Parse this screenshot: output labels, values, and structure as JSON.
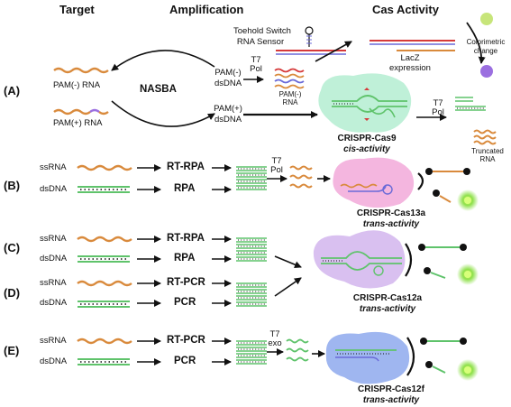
{
  "headers": {
    "target": "Target",
    "amplification": "Amplification",
    "cas_activity": "Cas Activity"
  },
  "panels": {
    "A": {
      "label": "(A)",
      "toehold": [
        "Toehold Switch",
        "RNA Sensor"
      ],
      "lacz": [
        "LacZ",
        "expression"
      ],
      "color_change": [
        "Colorimetric",
        "change"
      ],
      "pam_minus_rna": "PAM(-) RNA",
      "pam_plus_rna": "PAM(+) RNA",
      "nasba": "NASBA",
      "pam_minus_dsdna": [
        "PAM(-)",
        "dsDNA"
      ],
      "pam_plus_dsdna": [
        "PAM(+)",
        "dsDNA"
      ],
      "t7pol": [
        "T7",
        "Pol"
      ],
      "pam_minus_rna_small": [
        "PAM(-)",
        "RNA"
      ],
      "cas_name": "CRISPR-Cas9",
      "cas_activity": "cis-activity",
      "t7pol2": [
        "T7",
        "Pol"
      ],
      "truncated": [
        "Truncated",
        "RNA"
      ]
    },
    "B": {
      "label": "(B)",
      "ssrna": "ssRNA",
      "dsdna": "dsDNA",
      "amp1": "RT-RPA",
      "amp2": "RPA",
      "t7pol": [
        "T7",
        "Pol"
      ],
      "cas_name": "CRISPR-Cas13a",
      "cas_activity": "trans-activity"
    },
    "C": {
      "label": "(C)",
      "ssrna": "ssRNA",
      "dsdna": "dsDNA",
      "amp1": "RT-RPA",
      "amp2": "RPA"
    },
    "D": {
      "label": "(D)",
      "ssrna": "ssRNA",
      "dsdna": "dsDNA",
      "amp1": "RT-PCR",
      "amp2": "PCR",
      "cas_name": "CRISPR-Cas12a",
      "cas_activity": "trans-activity"
    },
    "E": {
      "label": "(E)",
      "ssrna": "ssRNA",
      "dsdna": "dsDNA",
      "amp1": "RT-PCR",
      "amp2": "PCR",
      "t7exo": [
        "T7",
        "exo"
      ],
      "cas_name": "CRISPR-Cas12f",
      "cas_activity": "trans-activity"
    }
  },
  "colors": {
    "rna": "#d98a3c",
    "dna": "#5fc36b",
    "cas9": "#bff0d8",
    "cas13": "#f4b6df",
    "cas12a": "#d9c0f0",
    "cas12f": "#9fb6f0",
    "green_glow": "#8ee04a",
    "purple": "#9b6fe0"
  }
}
